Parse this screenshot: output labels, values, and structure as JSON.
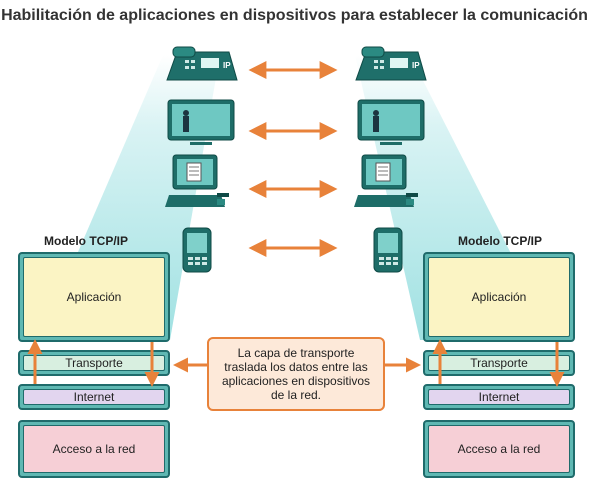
{
  "title": "Habilitación de aplicaciones en dispositivos para establecer la comunicación",
  "model_label": "Modelo TCP/IP",
  "layers": {
    "application": "Aplicación",
    "transport": "Transporte",
    "internet": "Internet",
    "network_access": "Acceso a la red"
  },
  "note": "La capa de transporte traslada los datos entre las aplicaciones en dispositivos de la red.",
  "devices": {
    "phone": {
      "icon": "ip-phone-icon",
      "label": "IP"
    },
    "video": {
      "icon": "video-monitor-icon"
    },
    "computer": {
      "icon": "computer-icon"
    },
    "mobile": {
      "icon": "mobile-device-icon"
    }
  },
  "colors": {
    "application": "#fbf4c4",
    "transport": "#d8efe0",
    "internet": "#e2d5ef",
    "network_access": "#f6cfd6",
    "arrow": "#e8823a",
    "beam": "#7fd6d8"
  }
}
